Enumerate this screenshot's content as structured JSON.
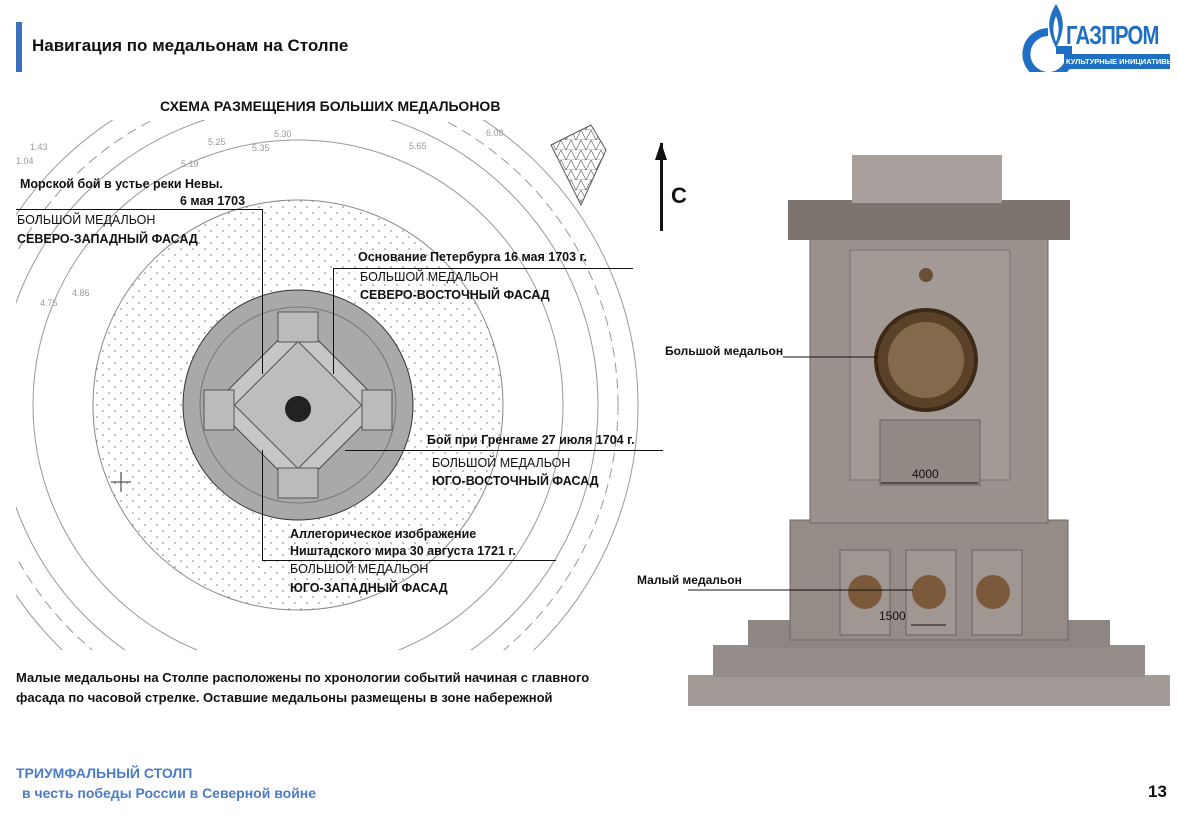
{
  "header": {
    "title": "Навигация по медальонам на Столпе",
    "logo_text": "ГАЗПРОМ",
    "logo_subtitle": "КУЛЬТУРНЫЕ ИНИЦИАТИВЫ",
    "accent": "#1f6fc4"
  },
  "scheme": {
    "title": "СХЕМА РАЗМЕЩЕНИЯ БОЛЬШИХ МЕДАЛЬОНОВ",
    "north": "С",
    "medallions": [
      {
        "event": "Морской бой в устье реки Невы.",
        "event2": "6 мая 1703",
        "type": "БОЛЬШОЙ МЕДАЛЬОН",
        "facade": "СЕВЕРО-ЗАПАДНЫЙ ФАСАД"
      },
      {
        "event": "Основание Петербурга 16 мая 1703 г.",
        "type": "БОЛЬШОЙ МЕДАЛЬОН",
        "facade": "СЕВЕРО-ВОСТОЧНЫЙ ФАСАД"
      },
      {
        "event": "Бой при Гренгаме 27 июля 1704 г.",
        "type": "БОЛЬШОЙ МЕДАЛЬОН",
        "facade": "ЮГО-ВОСТОЧНЫЙ ФАСАД"
      },
      {
        "event": "Аллегорическое изображение",
        "event2": "Ништадского мира 30 августа 1721 г.",
        "type": "БОЛЬШОЙ МЕДАЛЬОН",
        "facade": "ЮГО-ЗАПАДНЫЙ ФАСАД"
      }
    ],
    "elevations": [
      "5.25",
      "5.30",
      "5.35",
      "5.65",
      "6.08",
      "5.19",
      "4.75",
      "4.86",
      "1.43",
      "1.04"
    ]
  },
  "note": {
    "line1": "Малые медальоны на Столпе расположены по хронологии событий начиная с главного",
    "line2": "фасада по часовой стрелке. Оставшие медальоны размещены в зоне набережной"
  },
  "elevation": {
    "big_label": "Большой медальон",
    "small_label": "Малый медальон",
    "dim_big": "4000",
    "dim_small": "1500"
  },
  "footer": {
    "line1": "ТРИУМФАЛЬНЫЙ СТОЛП",
    "line2": "в честь победы России в Северной войне",
    "page": "13"
  }
}
